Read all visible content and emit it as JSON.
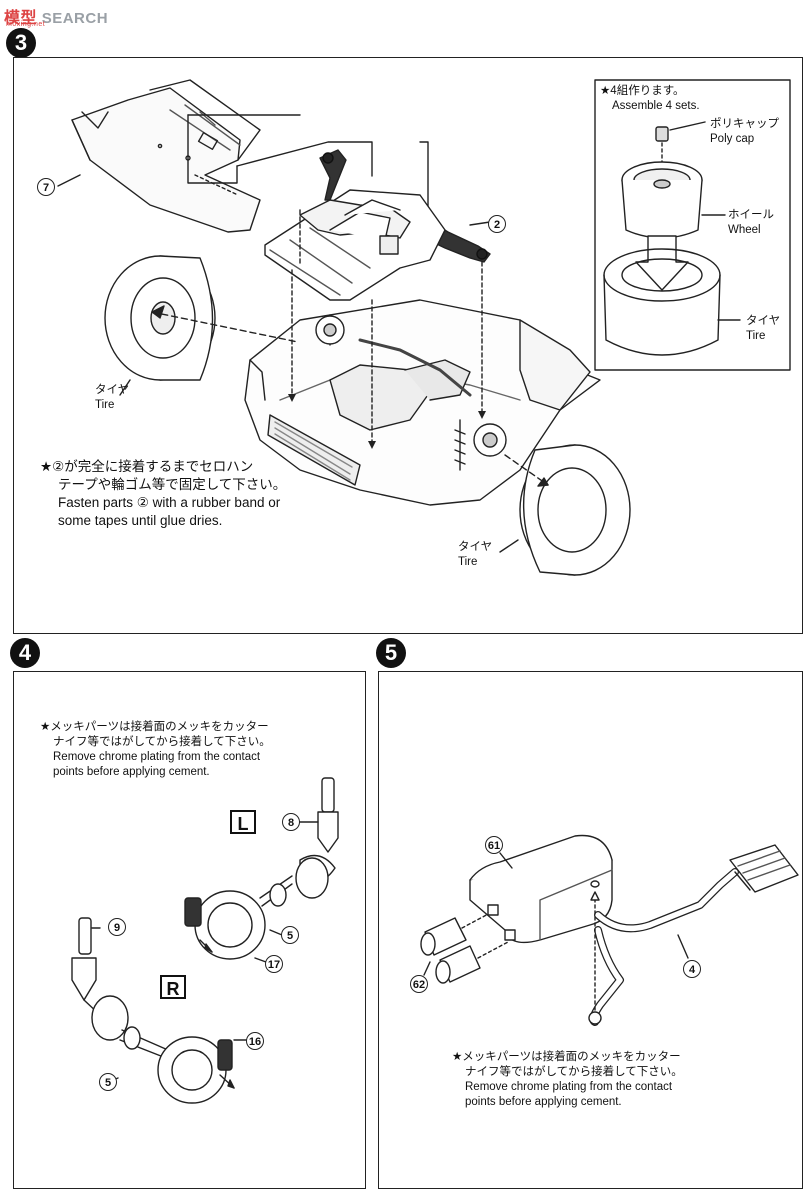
{
  "watermark": {
    "brand_cn": "模型",
    "brand_en": "SEARCH",
    "url": "moxing.net"
  },
  "steps": {
    "three": {
      "number": "3"
    },
    "four": {
      "number": "4"
    },
    "five": {
      "number": "5"
    }
  },
  "step3": {
    "part_7": "7",
    "part_2": "2",
    "tire_left_jp": "タイヤ",
    "tire_left_en": "Tire",
    "tire_right_jp": "タイヤ",
    "tire_right_en": "Tire",
    "note_jp_1": "★②が完全に接着するまでセロハン",
    "note_jp_2": "テープや輪ゴム等で固定して下さい。",
    "note_en_1": "Fasten parts ② with a rubber band or",
    "note_en_2": "some tapes until glue dries.",
    "inset": {
      "title_jp": "★4組作ります。",
      "title_en": "Assemble 4 sets.",
      "polycap_jp": "ポリキャップ",
      "polycap_en": "Poly cap",
      "wheel_jp": "ホイール",
      "wheel_en": "Wheel",
      "tire_jp": "タイヤ",
      "tire_en": "Tire"
    }
  },
  "step4": {
    "note_jp_1": "★メッキパーツは接着面のメッキをカッター",
    "note_jp_2": "ナイフ等ではがしてから接着して下さい。",
    "note_en_1": "Remove chrome plating from the contact",
    "note_en_2": "points before applying cement.",
    "side_left": "L",
    "side_right": "R",
    "part_8": "8",
    "part_9": "9",
    "part_5a": "5",
    "part_5b": "5",
    "part_17": "17",
    "part_16": "16"
  },
  "step5": {
    "part_61": "61",
    "part_62": "62",
    "part_4": "4",
    "note_jp_1": "★メッキパーツは接着面のメッキをカッター",
    "note_jp_2": "ナイフ等ではがしてから接着して下さい。",
    "note_en_1": "Remove chrome plating from the contact",
    "note_en_2": "points before applying cement."
  }
}
